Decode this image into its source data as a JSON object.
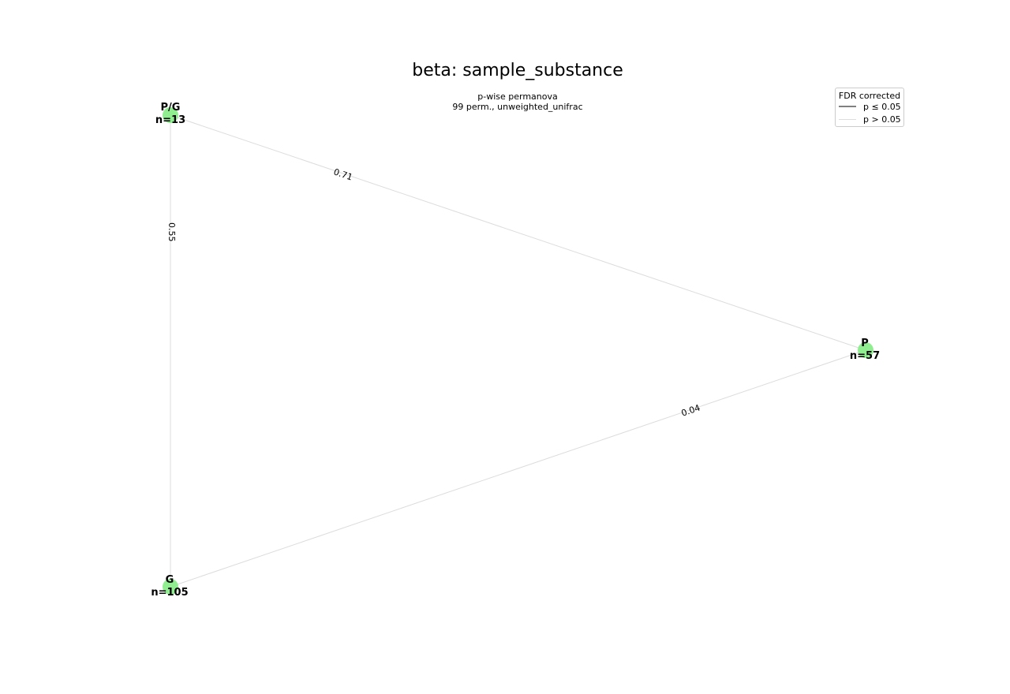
{
  "title": "beta: sample_substance",
  "subtitle": {
    "line1": "p-wise permanova",
    "line2": "99 perm., unweighted_unifrac"
  },
  "legend": {
    "title": "FDR corrected",
    "significant_label": "p ≤ 0.05",
    "nonsignificant_label": "p > 0.05"
  },
  "colors": {
    "node": "#90ee90",
    "edge_nonsignificant": "#dcdcdc",
    "edge_significant": "#808080"
  },
  "nodes": [
    {
      "id": "PG",
      "name": "P/G",
      "n": "n=13"
    },
    {
      "id": "P",
      "name": "P",
      "n": "n=57"
    },
    {
      "id": "G",
      "name": "G",
      "n": "n=105"
    }
  ],
  "edges": [
    {
      "from": "PG",
      "to": "P",
      "label": "0.71"
    },
    {
      "from": "PG",
      "to": "G",
      "label": "0.55"
    },
    {
      "from": "P",
      "to": "G",
      "label": "0.04"
    }
  ]
}
